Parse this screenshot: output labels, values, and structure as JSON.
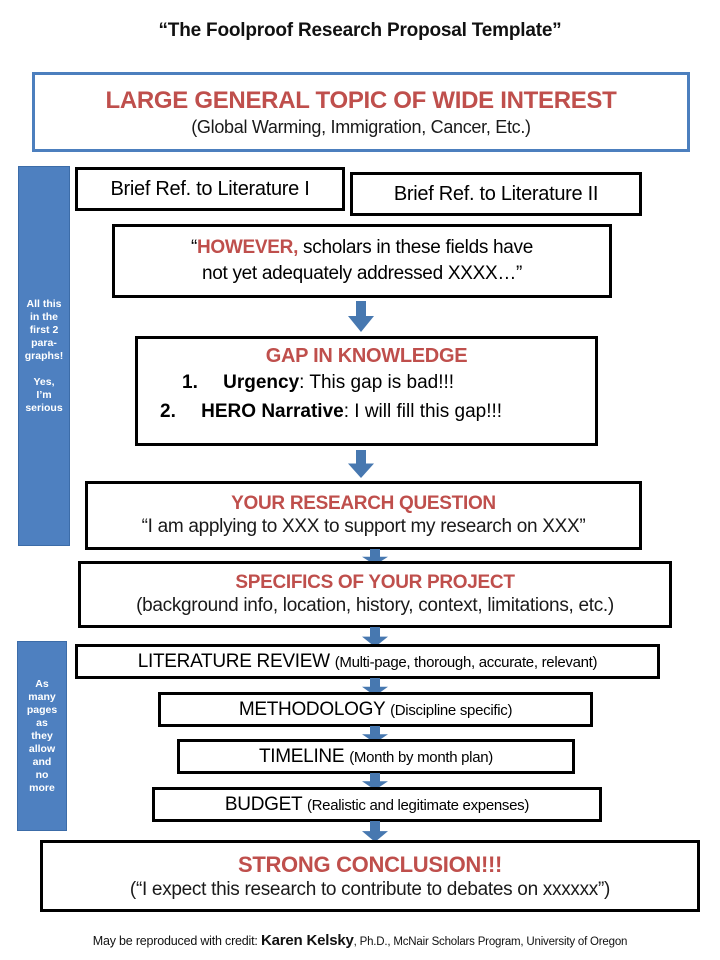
{
  "title": "“The Foolproof Research Proposal Template”",
  "colors": {
    "accent_red": "#BF4F4C",
    "accent_blue": "#4E80C0",
    "box_border_black": "#000000",
    "box_border_blue": "#4C7FBE",
    "background": "#FFFFFF"
  },
  "top_box": {
    "heading": "LARGE GENERAL TOPIC OF WIDE INTEREST",
    "subtext": "(Global Warming, Immigration, Cancer, Etc.)"
  },
  "sidebars": [
    {
      "id": "first-two-paragraphs",
      "text": "All this\nin the\nfirst 2\npara-\ngraphs!\n\nYes,\nI’m\nserious"
    },
    {
      "id": "as-many-pages",
      "text": "As\nmany\npages\nas\nthey\nallow\nand\nno\nmore"
    }
  ],
  "lit_refs": [
    {
      "label": "Brief Ref. to Literature I"
    },
    {
      "label": "Brief Ref. to Literature II"
    }
  ],
  "however_box": {
    "open_quote": "“",
    "emphasis": "HOWEVER,",
    "line1_rest": " scholars in these fields have",
    "line2": "not yet adequately addressed XXXX…”"
  },
  "gap_box": {
    "heading": "GAP IN KNOWLEDGE",
    "items": [
      {
        "num": "1.",
        "bold": "Urgency",
        "rest": ":  This gap is bad!!!"
      },
      {
        "num": "2.",
        "bold": "HERO Narrative",
        "rest": ": I will fill this gap!!!"
      }
    ]
  },
  "research_question": {
    "heading": "YOUR RESEARCH QUESTION",
    "subtext": "“I am applying to XXX to support my research on XXX”"
  },
  "specifics": {
    "heading": "SPECIFICS OF YOUR PROJECT",
    "subtext": "(background info, location, history, context, limitations, etc.)"
  },
  "sections": [
    {
      "id": "literature-review",
      "title": "LITERATURE REVIEW ",
      "detail": "(Multi-page, thorough, accurate, relevant)"
    },
    {
      "id": "methodology",
      "title": "METHODOLOGY ",
      "detail": "(Discipline specific)"
    },
    {
      "id": "timeline",
      "title": "TIMELINE ",
      "detail": "(Month by month plan)"
    },
    {
      "id": "budget",
      "title": "BUDGET ",
      "detail": "(Realistic and legitimate expenses)"
    }
  ],
  "conclusion": {
    "heading": "STRONG CONCLUSION!!!",
    "subtext": "(“I expect this research to contribute to debates on xxxxxx”)"
  },
  "credit": {
    "prefix": "May be reproduced with credit: ",
    "name": "Karen Kelsky",
    "suffix": ", Ph.D., McNair Scholars Program, University of Oregon"
  }
}
